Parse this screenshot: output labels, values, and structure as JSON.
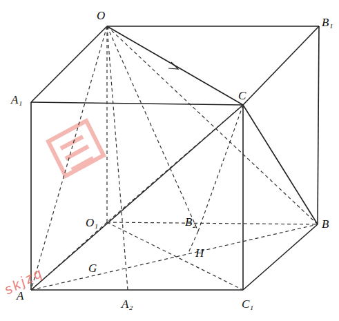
{
  "diagram": {
    "labels": [
      "O",
      "B₁",
      "A₁",
      "C",
      "O₁",
      "B₂",
      "B",
      "H",
      "G",
      "A",
      "A₂",
      "C₁",
      "skjzq"
    ]
  }
}
